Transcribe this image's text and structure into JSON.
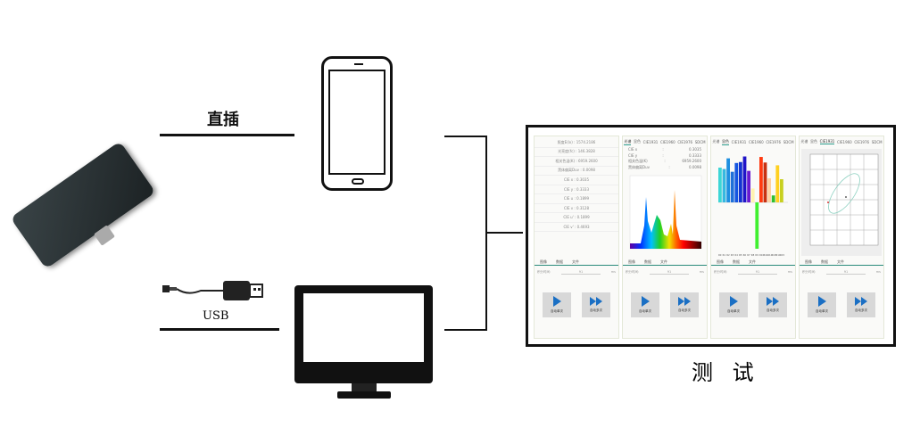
{
  "labels": {
    "direct": "直插",
    "usb": "USB",
    "test": "测 试"
  },
  "app": {
    "bottom_tabs": [
      "图像",
      "数据",
      "文件"
    ],
    "chart_tabs": [
      "光谱",
      "显色",
      "CIE1931",
      "CIE1960",
      "CIE1976",
      "SDCM"
    ],
    "integration_label": "积分时间:",
    "integration_value": "91",
    "integration_unit": "ms",
    "btn_single": "自动单次",
    "btn_multi": "自动多次",
    "data_rows": [
      "照度E(lx) : 1574.2186",
      "光亮度(fc) : 146.3828",
      "相关色温(K) : 6959.2600",
      "黑体偏离Duv : 0.0098",
      "CIE x : 0.3035",
      "CIE y : 0.3333",
      "CIE u : 0.1899",
      "CIE v : 0.3128",
      "CIE u' : 0.1899",
      "CIE v' : 0.4693"
    ],
    "spectrum_kv": [
      [
        "CIE x",
        ":",
        "0.3035"
      ],
      [
        "CIE y",
        ":",
        "0.3333"
      ],
      [
        "相关色温(K)",
        ":",
        "6959.2600"
      ],
      [
        "黑体偏离Duv",
        ":",
        "0.0098"
      ]
    ],
    "ri": {
      "labels": [
        "R0",
        "R1",
        "R2",
        "R3",
        "R4",
        "R5",
        "R6",
        "R7",
        "R8",
        "R9",
        "R10",
        "R11",
        "R12",
        "R13",
        "R14",
        "R15"
      ],
      "values": [
        75,
        72,
        95,
        66,
        85,
        87,
        99,
        68,
        30,
        -100,
        98,
        86,
        52,
        15,
        80,
        50
      ],
      "colors": [
        "#3dd6d6",
        "#36b8e0",
        "#1e8fe0",
        "#1f6fd8",
        "#1455e0",
        "#1433d0",
        "#2014c8",
        "#6a1ad0",
        "#fff3b0",
        "#40f030",
        "#ff3a10",
        "#c83010",
        "#ffd0a0",
        "#30c030",
        "#ffd020",
        "#c8d020"
      ]
    }
  }
}
